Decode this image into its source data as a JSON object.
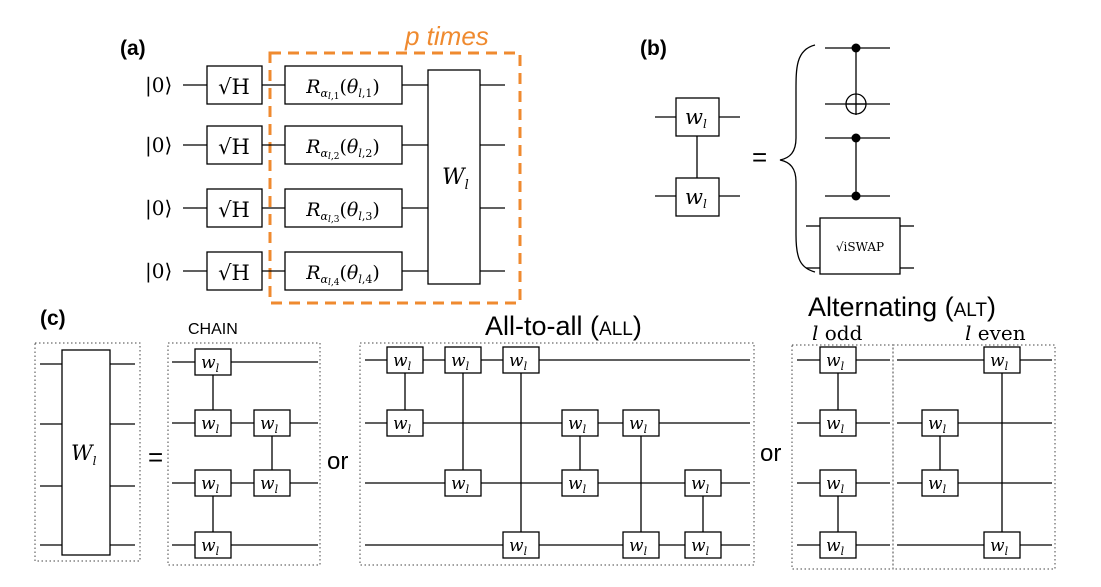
{
  "panel_a": {
    "label": "(a)",
    "loop_label": "p times",
    "qubit_labels": [
      "|0⟩",
      "|0⟩",
      "|0⟩",
      "|0⟩"
    ],
    "sqrt_h_gate": "√H",
    "rotation_base": "R",
    "rotation_sub_prefix": "α",
    "rotation_sub_suffix_l": "l",
    "rotation_indices": [
      "1",
      "2",
      "3",
      "4"
    ],
    "entangler_gate": "W",
    "entangler_sub": "l",
    "accent_color": "#ef8a2f"
  },
  "panel_b": {
    "label": "(b)",
    "gate": "w",
    "gate_sub": "l",
    "equals": "=",
    "iswap_label": "√iSWAP"
  },
  "panel_c": {
    "label": "(c)",
    "entangler_gate": "W",
    "entangler_sub": "l",
    "equals": "=",
    "or_1": "or",
    "or_2": "or",
    "chain_title": "CHAIN",
    "all_title_main": "All-to-all (",
    "all_title_abbr": "ALL",
    "all_title_close": ")",
    "alt_title_main": "Alternating (",
    "alt_title_abbr": "ALT",
    "alt_title_close": ")",
    "alt_odd_var": "l",
    "alt_odd_word": " odd",
    "alt_even_var": "l",
    "alt_even_word": " even",
    "gate": "w",
    "gate_sub": "l"
  }
}
